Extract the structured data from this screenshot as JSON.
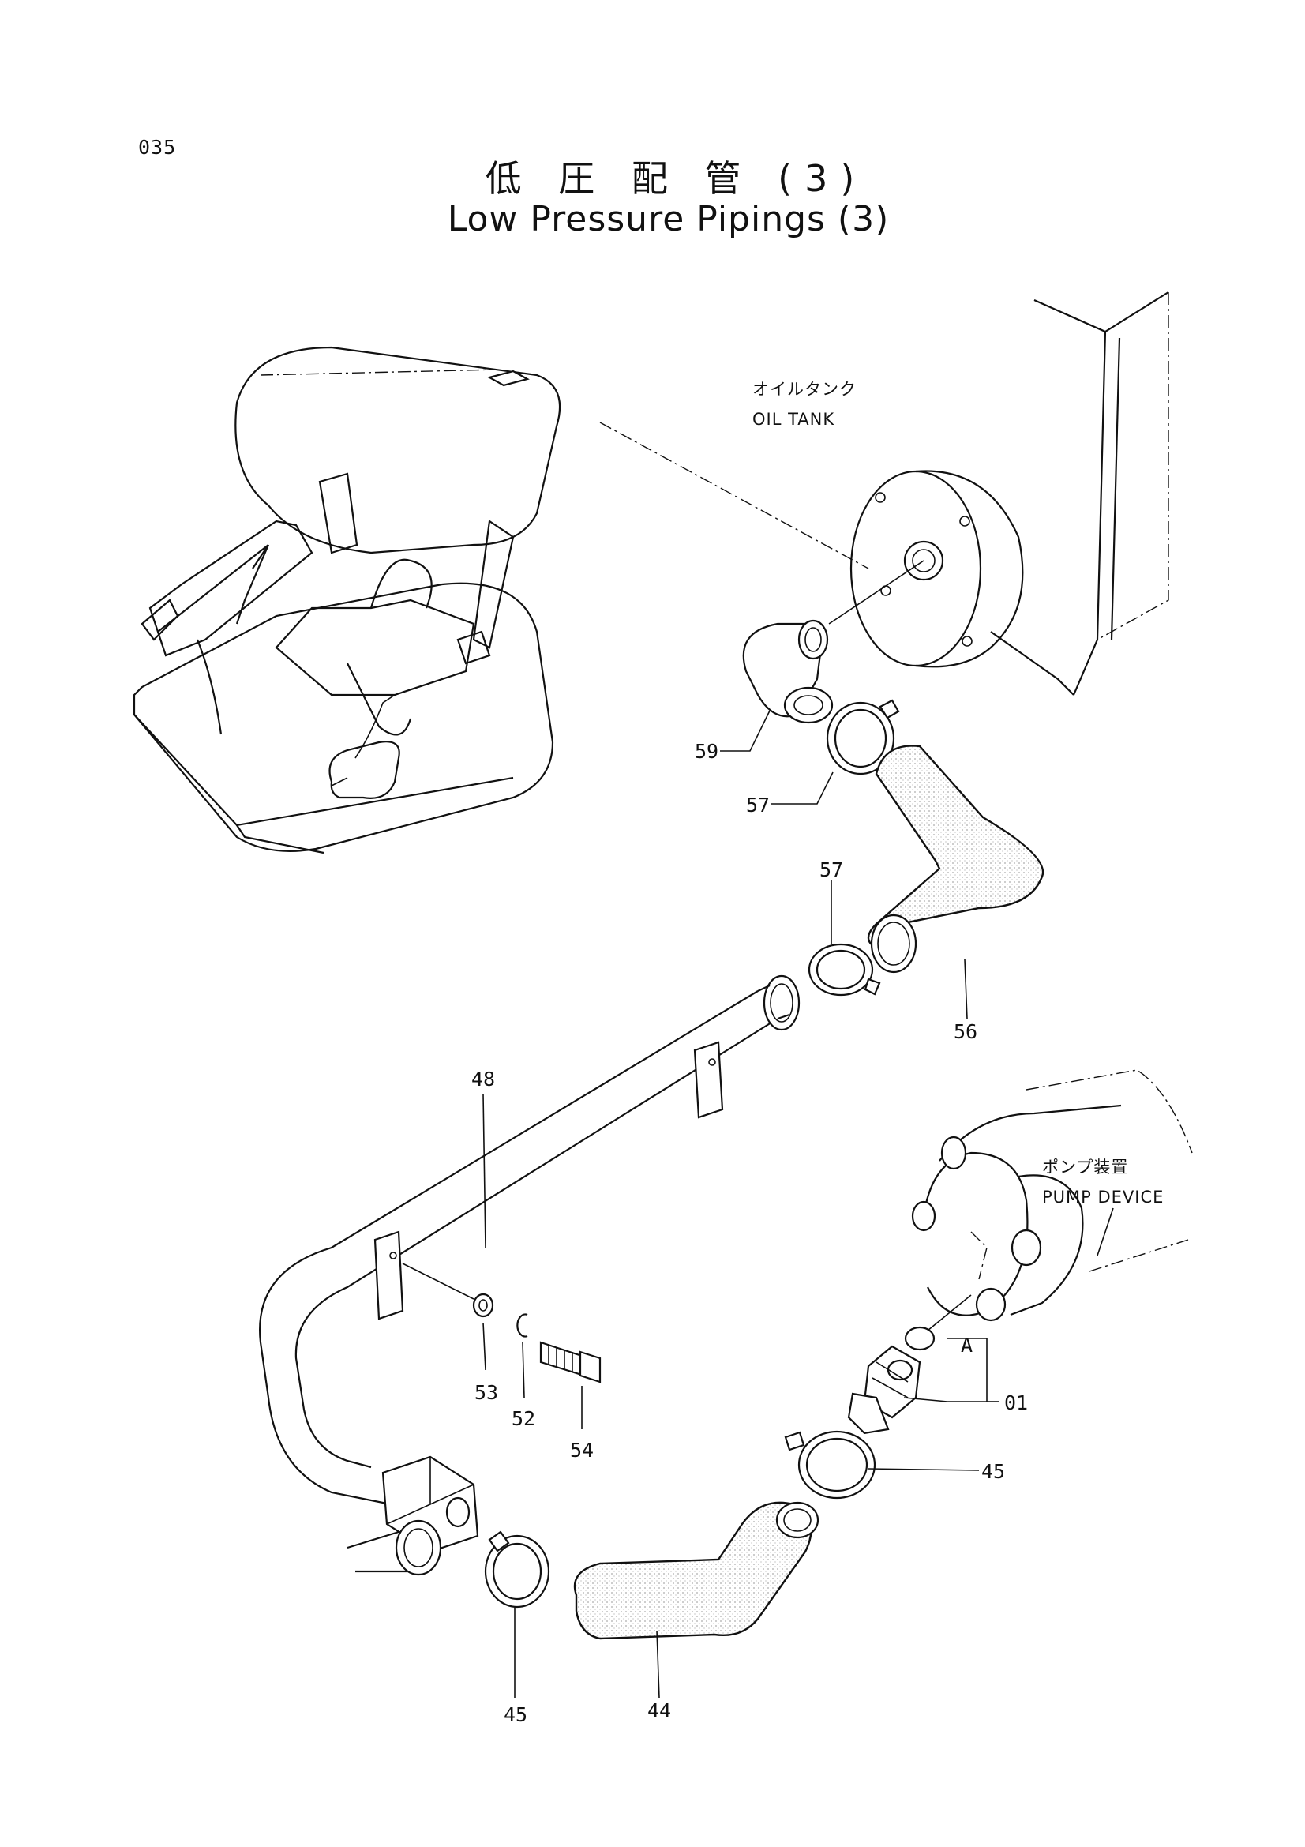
{
  "page_number": "035",
  "title": {
    "japanese": "低 圧 配 管 (3)",
    "english": "Low Pressure Pipings (3)"
  },
  "components": {
    "oil_tank_jp": "オイルタンク",
    "oil_tank_en": "OIL TANK",
    "pump_jp": "ポンプ装置",
    "pump_en": "PUMP DEVICE"
  },
  "callouts": {
    "p59": "59",
    "p57a": "57",
    "p57b": "57",
    "p56": "56",
    "p48": "48",
    "p53": "53",
    "p52": "52",
    "p54": "54",
    "p01": "01",
    "pA": "A",
    "p45a": "45",
    "p45b": "45",
    "p44": "44"
  }
}
